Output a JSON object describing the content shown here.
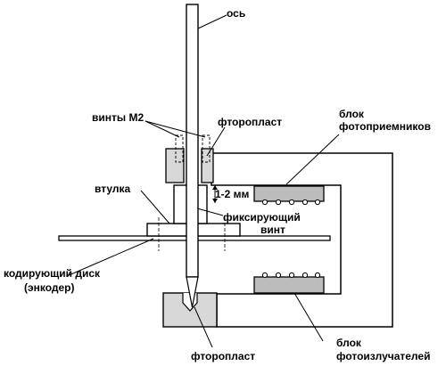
{
  "labels": {
    "axis": "ось",
    "screws_m2": "винты М2",
    "ptfe_top": "фторопласт",
    "receiver_block_line1": "блок",
    "receiver_block_line2": "фотоприемников",
    "bushing": "втулка",
    "gap": "1-2 мм",
    "fixing_screw_line1": "фиксирующий",
    "fixing_screw_line2": "винт",
    "disk_line1": "кодирующий диск",
    "disk_line2": "(энкодер)",
    "ptfe_bottom": "фторопласт",
    "emitter_block_line1": "блок",
    "emitter_block_line2": "фотоизлучателей"
  },
  "colors": {
    "outline": "#000000",
    "ptfe_fill": "#d8d8d8",
    "sensor_fill": "#bcbcbc",
    "background": "#ffffff"
  }
}
